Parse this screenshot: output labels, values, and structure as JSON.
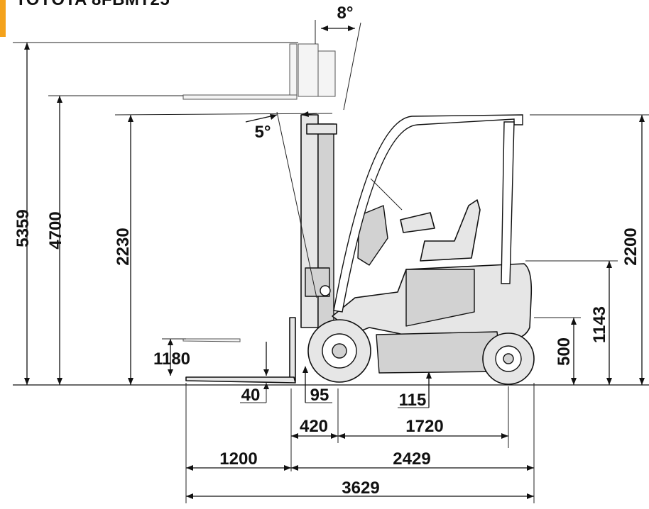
{
  "title": "TOYOTA 8FBMT25",
  "brand_color": "#f4a21c",
  "angles": {
    "tilt_forward": "8°",
    "tilt_back": "5°"
  },
  "dimensions": {
    "max_lift_height": "5359",
    "lift_height": "4700",
    "mast_lowered_height": "2230",
    "free_lift": "1180",
    "fork_thickness": "40",
    "front_clearance": "95",
    "ground_clearance": "115",
    "front_overhang": "420",
    "wheelbase": "1720",
    "fork_length": "1200",
    "length_to_fork_face": "2429",
    "overall_length": "3629",
    "overhead_guard_height": "2200",
    "seat_height": "1143",
    "hitch_height": "500"
  }
}
